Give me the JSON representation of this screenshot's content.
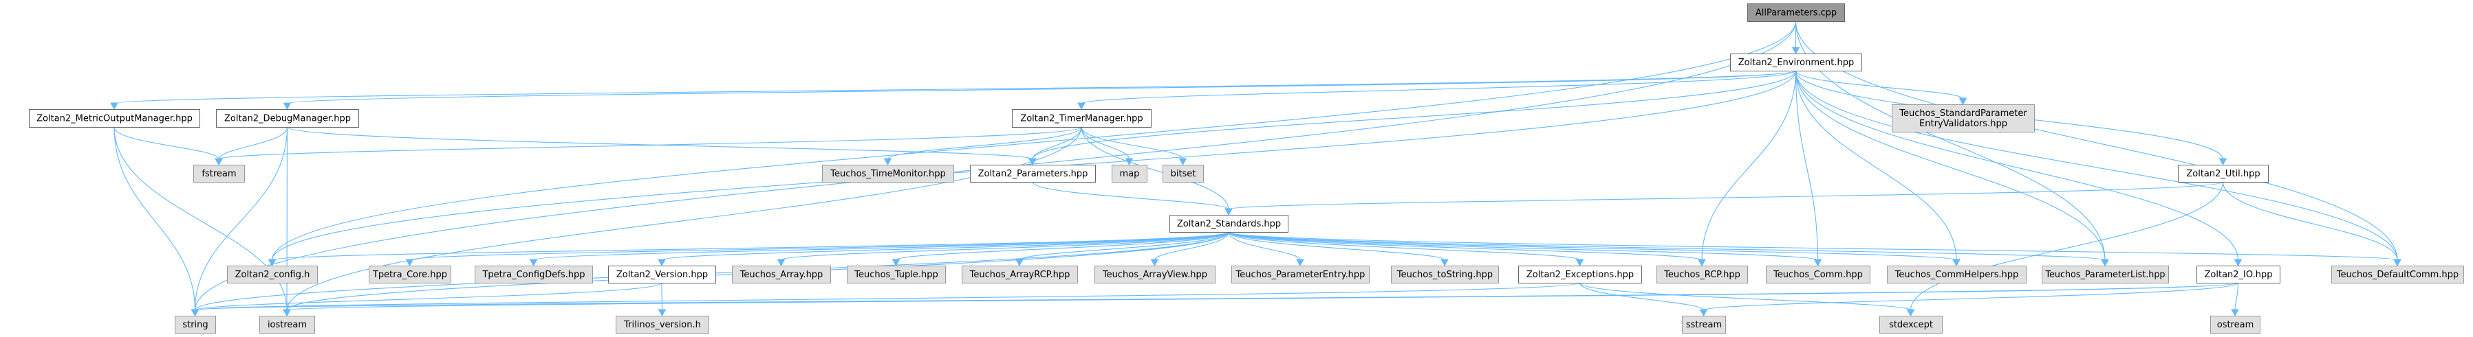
{
  "graph_title": "AllParameters.cpp include dependency graph",
  "colors": {
    "edge": "#63b8ff",
    "root_fill": "#999999",
    "root_stroke": "#666666",
    "documented_fill": "#ffffff",
    "documented_stroke": "#666666",
    "external_fill": "#e0e0e0",
    "external_stroke": "#999999"
  },
  "nodes": [
    {
      "id": "allparams",
      "label": "AllParameters.cpp",
      "kind": "root"
    },
    {
      "id": "env",
      "label": "Zoltan2_Environment.hpp",
      "kind": "documented"
    },
    {
      "id": "metric",
      "label": "Zoltan2_MetricOutputManager.hpp",
      "kind": "documented"
    },
    {
      "id": "debug",
      "label": "Zoltan2_DebugManager.hpp",
      "kind": "documented"
    },
    {
      "id": "timer",
      "label": "Zoltan2_TimerManager.hpp",
      "kind": "documented"
    },
    {
      "id": "stdvalid",
      "label": "Teuchos_StandardParameter\nEntryValidators.hpp",
      "kind": "external"
    },
    {
      "id": "fstream",
      "label": "fstream",
      "kind": "external"
    },
    {
      "id": "timemon",
      "label": "Teuchos_TimeMonitor.hpp",
      "kind": "external"
    },
    {
      "id": "params",
      "label": "Zoltan2_Parameters.hpp",
      "kind": "documented"
    },
    {
      "id": "map",
      "label": "map",
      "kind": "external"
    },
    {
      "id": "bitset",
      "label": "bitset",
      "kind": "external"
    },
    {
      "id": "util",
      "label": "Zoltan2_Util.hpp",
      "kind": "documented"
    },
    {
      "id": "standards",
      "label": "Zoltan2_Standards.hpp",
      "kind": "documented"
    },
    {
      "id": "config",
      "label": "Zoltan2_config.h",
      "kind": "external"
    },
    {
      "id": "tcore",
      "label": "Tpetra_Core.hpp",
      "kind": "external"
    },
    {
      "id": "tconfig",
      "label": "Tpetra_ConfigDefs.hpp",
      "kind": "external"
    },
    {
      "id": "version",
      "label": "Zoltan2_Version.hpp",
      "kind": "documented"
    },
    {
      "id": "tarray",
      "label": "Teuchos_Array.hpp",
      "kind": "external"
    },
    {
      "id": "ttuple",
      "label": "Teuchos_Tuple.hpp",
      "kind": "external"
    },
    {
      "id": "tarrayrcp",
      "label": "Teuchos_ArrayRCP.hpp",
      "kind": "external"
    },
    {
      "id": "tarrayview",
      "label": "Teuchos_ArrayView.hpp",
      "kind": "external"
    },
    {
      "id": "tparamentry",
      "label": "Teuchos_ParameterEntry.hpp",
      "kind": "external"
    },
    {
      "id": "ttostring",
      "label": "Teuchos_toString.hpp",
      "kind": "external"
    },
    {
      "id": "exceptions",
      "label": "Zoltan2_Exceptions.hpp",
      "kind": "documented"
    },
    {
      "id": "trcp",
      "label": "Teuchos_RCP.hpp",
      "kind": "external"
    },
    {
      "id": "tcomm",
      "label": "Teuchos_Comm.hpp",
      "kind": "external"
    },
    {
      "id": "tcommhelpers",
      "label": "Teuchos_CommHelpers.hpp",
      "kind": "external"
    },
    {
      "id": "tparamlist",
      "label": "Teuchos_ParameterList.hpp",
      "kind": "external"
    },
    {
      "id": "io",
      "label": "Zoltan2_IO.hpp",
      "kind": "documented"
    },
    {
      "id": "tdefcomm",
      "label": "Teuchos_DefaultComm.hpp",
      "kind": "external"
    },
    {
      "id": "string",
      "label": "string",
      "kind": "external"
    },
    {
      "id": "iostream",
      "label": "iostream",
      "kind": "external"
    },
    {
      "id": "trilversion",
      "label": "Trilinos_version.h",
      "kind": "external"
    },
    {
      "id": "sstream",
      "label": "sstream",
      "kind": "external"
    },
    {
      "id": "stdexcept",
      "label": "stdexcept",
      "kind": "external"
    },
    {
      "id": "ostream",
      "label": "ostream",
      "kind": "external"
    }
  ],
  "edges": [
    [
      "allparams",
      "env"
    ],
    [
      "allparams",
      "string"
    ],
    [
      "allparams",
      "config"
    ],
    [
      "allparams",
      "tparamlist"
    ],
    [
      "allparams",
      "tdefcomm"
    ],
    [
      "env",
      "metric"
    ],
    [
      "env",
      "debug"
    ],
    [
      "env",
      "timer"
    ],
    [
      "env",
      "stdvalid"
    ],
    [
      "env",
      "params"
    ],
    [
      "env",
      "util"
    ],
    [
      "env",
      "config"
    ],
    [
      "env",
      "trcp"
    ],
    [
      "env",
      "tcomm"
    ],
    [
      "env",
      "tcommhelpers"
    ],
    [
      "env",
      "tparamlist"
    ],
    [
      "env",
      "io"
    ],
    [
      "env",
      "tdefcomm"
    ],
    [
      "metric",
      "fstream"
    ],
    [
      "metric",
      "string"
    ],
    [
      "metric",
      "iostream"
    ],
    [
      "debug",
      "fstream"
    ],
    [
      "debug",
      "params"
    ],
    [
      "debug",
      "string"
    ],
    [
      "debug",
      "iostream"
    ],
    [
      "timer",
      "fstream"
    ],
    [
      "timer",
      "timemon"
    ],
    [
      "timer",
      "params"
    ],
    [
      "timer",
      "map"
    ],
    [
      "timer",
      "bitset"
    ],
    [
      "timer",
      "standards"
    ],
    [
      "timer",
      "iostream"
    ],
    [
      "params",
      "standards"
    ],
    [
      "util",
      "standards"
    ],
    [
      "util",
      "tdefcomm"
    ],
    [
      "util",
      "stdexcept"
    ],
    [
      "standards",
      "config"
    ],
    [
      "standards",
      "tcore"
    ],
    [
      "standards",
      "tconfig"
    ],
    [
      "standards",
      "version"
    ],
    [
      "standards",
      "tarray"
    ],
    [
      "standards",
      "ttuple"
    ],
    [
      "standards",
      "tarrayrcp"
    ],
    [
      "standards",
      "tarrayview"
    ],
    [
      "standards",
      "tparamentry"
    ],
    [
      "standards",
      "ttostring"
    ],
    [
      "standards",
      "exceptions"
    ],
    [
      "standards",
      "trcp"
    ],
    [
      "standards",
      "tcomm"
    ],
    [
      "standards",
      "tcommhelpers"
    ],
    [
      "standards",
      "tparamlist"
    ],
    [
      "standards",
      "tdefcomm"
    ],
    [
      "standards",
      "string"
    ],
    [
      "standards",
      "iostream"
    ],
    [
      "version",
      "string"
    ],
    [
      "version",
      "trilversion"
    ],
    [
      "exceptions",
      "string"
    ],
    [
      "exceptions",
      "sstream"
    ],
    [
      "exceptions",
      "stdexcept"
    ],
    [
      "io",
      "string"
    ],
    [
      "io",
      "sstream"
    ],
    [
      "io",
      "ostream"
    ],
    [
      "io",
      "iostream"
    ]
  ]
}
